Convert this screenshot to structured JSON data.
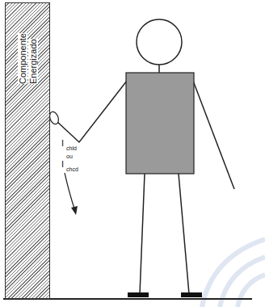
{
  "diagram": {
    "nodes": [
      {
        "text": [
          "Componente Energizado"
        ]
      }
    ],
    "labels": [
      "I",
      "chld",
      "ou",
      "I",
      "chcd"
    ]
  }
}
